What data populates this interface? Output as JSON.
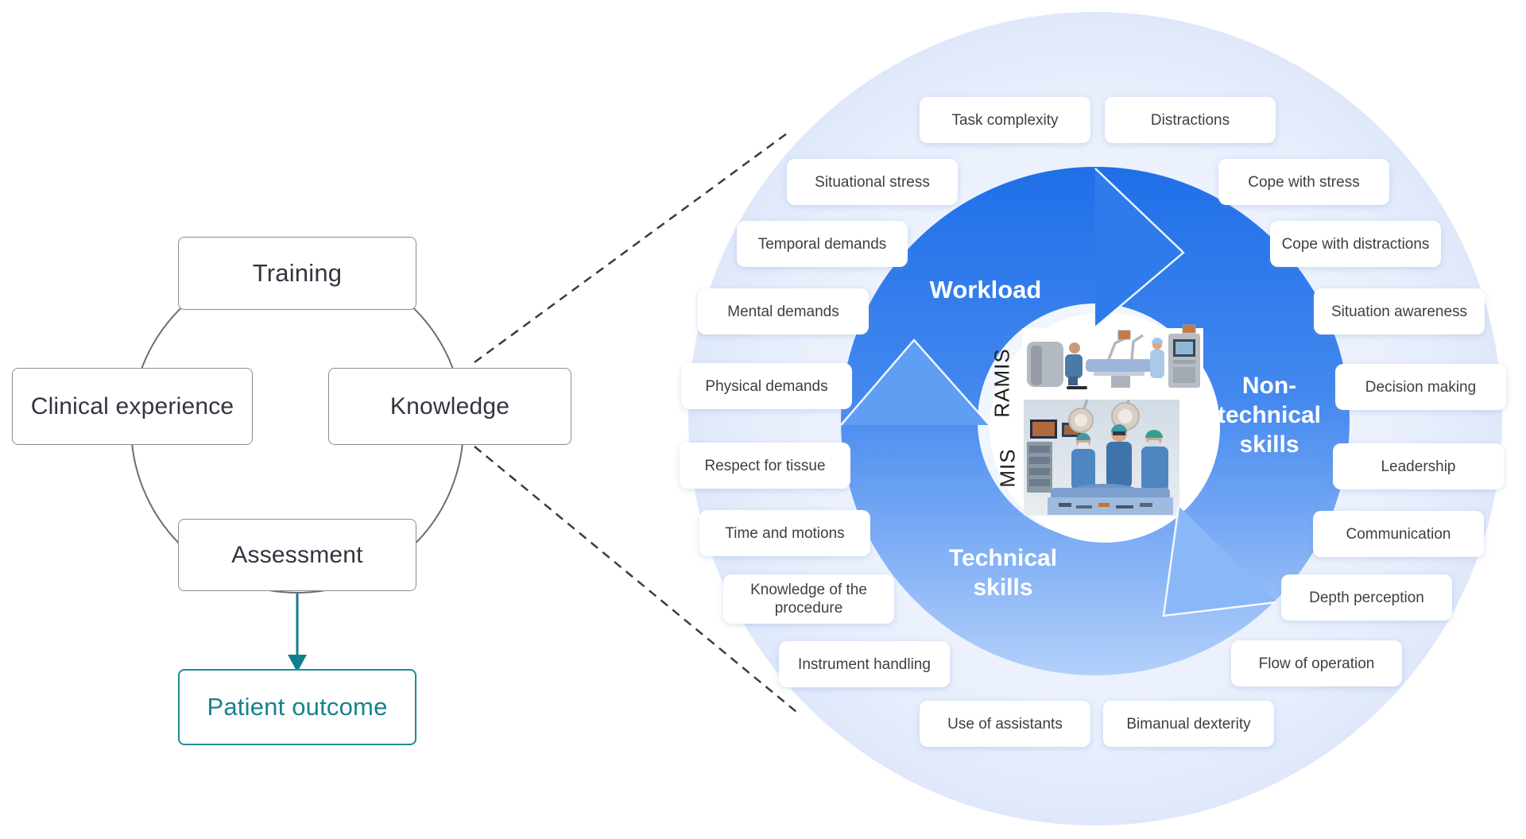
{
  "left_diagram": {
    "nodes": [
      {
        "id": "training",
        "label": "Training"
      },
      {
        "id": "clinical-experience",
        "label": "Clinical experience"
      },
      {
        "id": "knowledge",
        "label": "Knowledge"
      },
      {
        "id": "assessment",
        "label": "Assessment"
      },
      {
        "id": "patient-outcome",
        "label": "Patient outcome"
      }
    ],
    "connections": [
      {
        "from": "training",
        "via": "circle",
        "to": "clinical-experience / knowledge / assessment",
        "style": "gray-circle"
      },
      {
        "from": "assessment",
        "to": "patient-outcome",
        "style": "teal-arrow"
      },
      {
        "from": "knowledge",
        "to": "skills-wheel",
        "style": "dashed-lines"
      }
    ]
  },
  "right_diagram": {
    "sections": [
      {
        "id": "workload",
        "label": "Workload",
        "lines": [
          "Workload"
        ]
      },
      {
        "id": "non-technical-skills",
        "label": "Non-technical skills",
        "lines": [
          "Non-",
          "technical",
          "skills"
        ]
      },
      {
        "id": "technical-skills",
        "label": "Technical skills",
        "lines": [
          "Technical",
          "skills"
        ]
      }
    ],
    "center": {
      "labels": [
        "RAMIS",
        "MIS"
      ]
    },
    "chips": [
      {
        "id": "task-complexity",
        "label": "Task complexity"
      },
      {
        "id": "distractions",
        "label": "Distractions"
      },
      {
        "id": "situational-stress",
        "label": "Situational stress"
      },
      {
        "id": "cope-with-stress",
        "label": "Cope with stress"
      },
      {
        "id": "temporal-demands",
        "label": "Temporal demands"
      },
      {
        "id": "cope-with-distractions",
        "label": "Cope with distractions"
      },
      {
        "id": "mental-demands",
        "label": "Mental demands"
      },
      {
        "id": "situation-awareness",
        "label": "Situation awareness"
      },
      {
        "id": "physical-demands",
        "label": "Physical demands"
      },
      {
        "id": "decision-making",
        "label": "Decision making"
      },
      {
        "id": "respect-for-tissue",
        "label": "Respect for tissue"
      },
      {
        "id": "leadership",
        "label": "Leadership"
      },
      {
        "id": "time-and-motions",
        "label": "Time and motions"
      },
      {
        "id": "communication",
        "label": "Communication"
      },
      {
        "id": "knowledge-of-the-procedure",
        "label": "Knowledge of the procedure"
      },
      {
        "id": "depth-perception",
        "label": "Depth perception"
      },
      {
        "id": "instrument-handling",
        "label": "Instrument handling"
      },
      {
        "id": "flow-of-operation",
        "label": "Flow of operation"
      },
      {
        "id": "use-of-assistants",
        "label": "Use of assistants"
      },
      {
        "id": "bimanual-dexterity",
        "label": "Bimanual dexterity"
      }
    ]
  },
  "colors": {
    "ring_top": "#1F6FE8",
    "ring_bottom": "#AECDF9",
    "outer_circle": "#E3EBFB",
    "teal_accent": "#0F7F8C",
    "chip_bg": "#FFFFFF",
    "box_border": "#8D8D8D",
    "text_dark": "#3A3A3A"
  }
}
